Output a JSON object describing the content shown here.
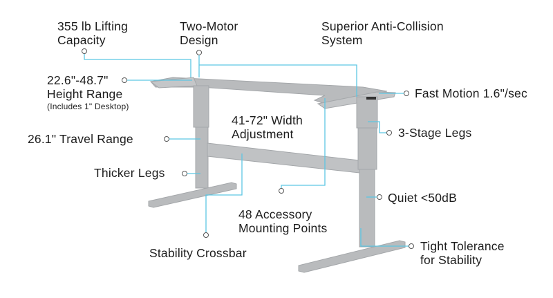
{
  "colors": {
    "callout": "#5cc6e3",
    "frame": "#b9bbbd",
    "frame_dark": "#9ea1a4",
    "text": "#1c1c1c"
  },
  "labels": {
    "lifting": [
      "355 lb Lifting",
      "Capacity"
    ],
    "motor": [
      "Two-Motor",
      "Design"
    ],
    "collision": [
      "Superior Anti-Collision",
      "System"
    ],
    "height": [
      "22.6\"-48.7\"",
      "Height Range"
    ],
    "height_note": "(Includes 1\" Desktop)",
    "fast": "Fast Motion 1.6\"/sec",
    "width": [
      "41-72\" Width",
      "Adjustment"
    ],
    "travel": "26.1\" Travel Range",
    "stage": "3-Stage Legs",
    "thicker": "Thicker Legs",
    "quiet": "Quiet <50dB",
    "accessory": [
      "48 Accessory",
      "Mounting Points"
    ],
    "crossbar": "Stability Crossbar",
    "tolerance": [
      "Tight Tolerance",
      "for Stability"
    ]
  }
}
